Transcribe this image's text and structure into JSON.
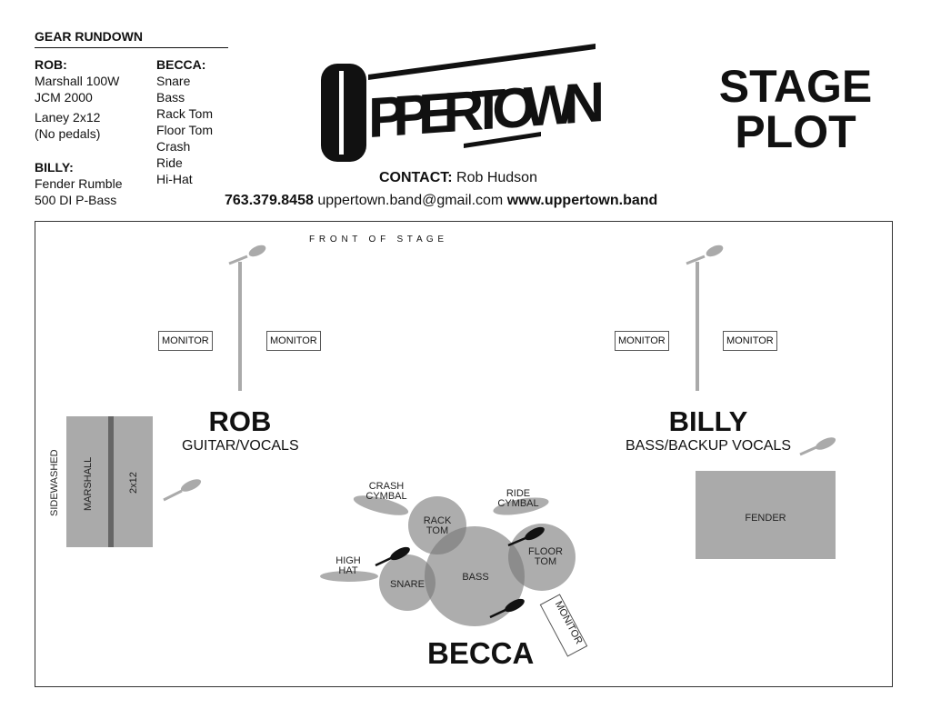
{
  "gear": {
    "title": "GEAR RUNDOWN",
    "rob": {
      "name": "ROB:",
      "items": [
        "Marshall 100W",
        "JCM 2000",
        "Laney 2x12",
        "(No pedals)"
      ]
    },
    "billy": {
      "name": "BILLY:",
      "items": [
        "Fender Rumble",
        "500 DI P-Bass"
      ]
    },
    "becca": {
      "name": "BECCA:",
      "items": [
        "Snare",
        "Bass",
        "Rack Tom",
        "Floor Tom",
        "Crash",
        "Ride",
        "Hi-Hat"
      ]
    }
  },
  "logo": "UPPERTOWN",
  "title": [
    "STAGE",
    "PLOT"
  ],
  "contact": {
    "label": "CONTACT:",
    "name": "Rob Hudson",
    "phone": "763.379.8458",
    "email": "uppertown.band@gmail.com",
    "website": "www.uppertown.band"
  },
  "stage": {
    "front": "F R O N T   O F   S T A G E",
    "monitor": "MONITOR",
    "rob": {
      "name": "ROB",
      "role": "GUITAR/VOCALS"
    },
    "billy": {
      "name": "BILLY",
      "role": "BASS/BACKUP VOCALS"
    },
    "becca": {
      "name": "BECCA"
    },
    "amps": {
      "sidewashed": "SIDEWASHED",
      "marshall": "MARSHALL",
      "cab": "2x12",
      "fender": "FENDER"
    },
    "drums": {
      "crash": [
        "CRASH",
        "CYMBAL"
      ],
      "ride": [
        "RIDE",
        "CYMBAL"
      ],
      "rack": [
        "RACK",
        "TOM"
      ],
      "floor": [
        "FLOOR",
        "TOM"
      ],
      "hihat": [
        "HIGH",
        "HAT"
      ],
      "snare": "SNARE",
      "bass": "BASS"
    }
  }
}
